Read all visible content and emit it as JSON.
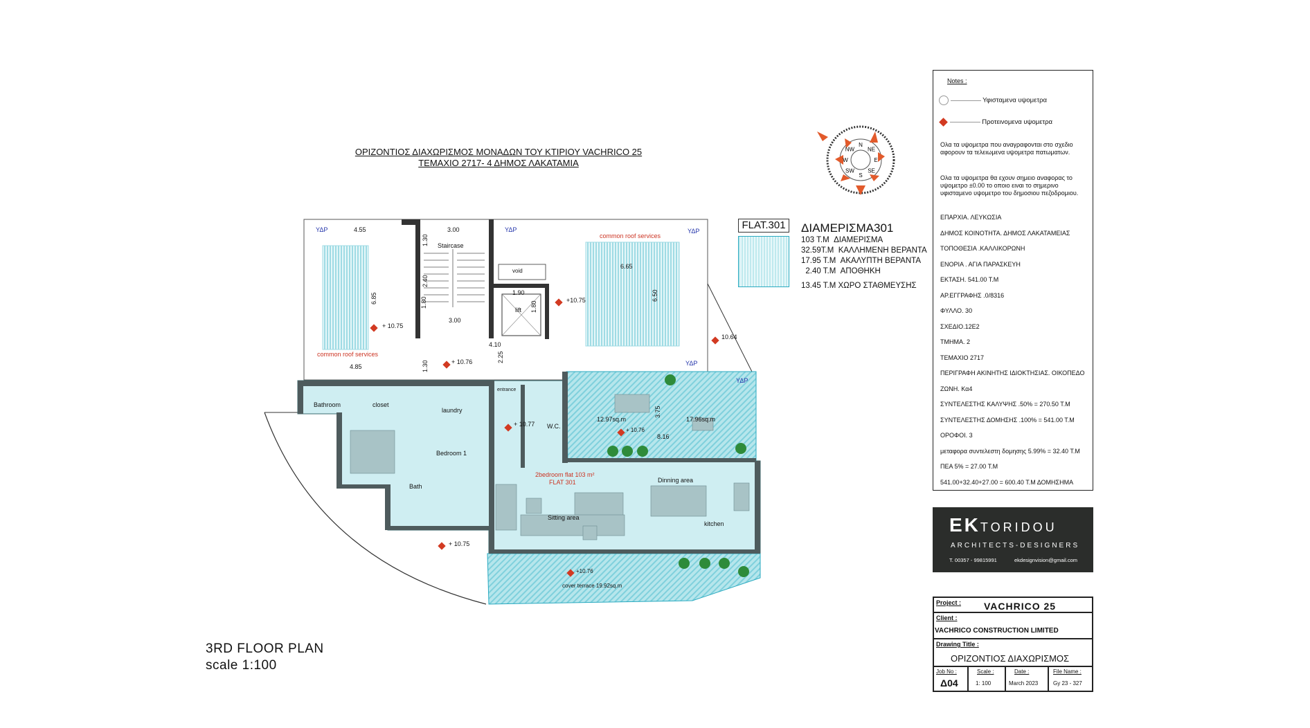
{
  "header": {
    "line1": "ΟΡΙΖΟΝΤΙΟΣ ΔΙΑΧΩΡΙΣΜΟΣ ΜΟΝΑΔΩΝ ΤΟΥ ΚΤΙΡΙΟΥ VACHRICO 25",
    "line2": "ΤΕΜΑΧΙΟ   2717- 4    ΔΗΜΟΣ    ΛΑΚΑΤΑΜΙΑ"
  },
  "compass": {
    "labels": [
      "N",
      "NE",
      "E",
      "SE",
      "S",
      "SW",
      "W",
      "NW"
    ]
  },
  "flat": {
    "label": "FLAT.301",
    "name": "ΔΙΑΜΕΡΙΣΜΑ301",
    "areas": [
      "103 T.M  ΔΙΑΜΕΡΙΣΜΑ",
      "32.59T.M  ΚΑΛΛΗΜΕΝΗ ΒΕΡΑΝΤΑ",
      "17.95 T.M  ΑΚΑΛΥΠΤΗ ΒΕΡΑΝΤΑ",
      "  2.40 T.M  ΑΠΟΘΗΚΗ",
      "",
      "13.45 T.M ΧΩΡΟ ΣΤΑΘΜΕΥΣΗΣ"
    ]
  },
  "notes": {
    "heading": "Notes :",
    "legend_existing": "Υφισταμενα υψομετρα",
    "legend_proposed": "Προτεινομενα υψομετρα",
    "para1": "Ολα τα υψομετρα που αναγραφονται στο σχεδιο αφορουν τα τελειωμενα υψομετρα πατωματων.",
    "para2": "Ολα τα υψομετρα θα εχουν σημειο αναφορας το υψομετρο ±0.00 το οποιο ειναι το σημερινο υφισταμενο υψομετρο του δημοσιου πεζοδρομιου.",
    "items": [
      "ΕΠΑΡΧΙΑ. ΛΕΥΚΩΣΙΑ",
      "ΔΗΜΟΣ ΚΟΙΝΟΤΗΤΑ. ΔΗΜΟΣ ΛΑΚΑΤΑΜΕΙΑΣ",
      "ΤΟΠΟΘΕΣΙΑ .ΚΑΛΛΙΚΟΡΩΝΗ",
      "ΕΝΟΡΙΑ . ΑΓΙΑ ΠΑΡΑΣΚΕΥΗ",
      "ΕΚΤΑΣΗ. 541.00 Τ.Μ",
      "ΑΡ.ΕΓΓΡΑΦΗΣ .0/8316",
      "ΦΥΛΛΟ. 30",
      "ΣΧΕΔΙΟ.12Ε2",
      "ΤΜΗΜΑ. 2",
      "ΤΕΜΑΧΙΟ 2717",
      "ΠΕΡΙΓΡΑΦΗ ΑΚΙΝΗΤΗΣ ΙΔΙΟΚΤΗΣΙΑΣ. ΟΙΚΟΠΕΔΟ",
      "ΖΩΝΗ. Κα4",
      "ΣΥΝΤΕΛΕΣΤΗΣ ΚΑΛΥΨΗΣ .50% = 270.50 Τ.Μ",
      "ΣΥΝΤΕΛΕΣΤΗΣ ΔΟΜΗΣΗΣ .100% = 541.00 Τ.Μ",
      "ΟΡΟΦΟΙ. 3",
      "μεταφορα συντελεστη δομησης 5.99% = 32.40 Τ.Μ",
      "ΠΕΑ 5% =  27.00 Τ.Μ",
      "541.00+32.40+27.00 = 600.40 Τ.Μ ΔΟΜΗΣΗΜΑ"
    ]
  },
  "logo": {
    "ek": "EK",
    "toridou": "TORIDOU",
    "subtitle": "ARCHITECTS-DESIGNERS",
    "phone": "T. 00357 - 99815991",
    "email": "ekdesignvision@gmail.com"
  },
  "title_block": {
    "project_label": "Project :",
    "project_value": "VACHRICO  25",
    "client_label": "Client :",
    "client_value": "VACHRICO CONSTRUCTION LIMITED",
    "drawing_title_label": "Drawing Title :",
    "drawing_title_value": "ΟΡΙΖΟΝΤΙΟΣ ΔΙΑΧΩΡΙΣΜΟΣ",
    "job_label": "Job No :",
    "job_value": "Δ04",
    "scale_label": "Scale :",
    "scale_value": "1: 100",
    "date_label": "Date :",
    "date_value": "March 2023",
    "file_label": "File Name :",
    "file_value": "Gy 23 - 327"
  },
  "floor_title": {
    "line1": "3RD FLOOR PLAN",
    "line2": "scale 1:100"
  },
  "plan_labels": {
    "ydp": "ΥΔΡ",
    "d455": "4.55",
    "d300a": "3.00",
    "d130a": "1.30",
    "staircase": "Staircase",
    "d240": "2.40",
    "d300b": "3.00",
    "d180a": "1.80",
    "d410": "4.10",
    "d190": "1.90",
    "lift": "lift",
    "d180b": "1.80",
    "void": "void",
    "d685": "6.85",
    "d485": "4.85",
    "common_roof": "common roof services",
    "d665": "6.65",
    "d650": "6.50",
    "lev1075": "+10.75",
    "lev1076": "+ 10.76",
    "lev1077": "+ 10.77",
    "lev1064": "10.64",
    "lev1075b": "+ 10.75",
    "lev1076b": "+10.76",
    "lev1075c": "+ 10.75",
    "lev1076c": "+ 10.76",
    "d225": "2.25",
    "d130b": "1.30",
    "bathroom": "Bathroom",
    "closet": "closet",
    "laundry": "laundry",
    "entrance": "entrance",
    "wc": "W.C.",
    "bedroom": "Bedroom  1",
    "bath": "Bath",
    "flat_desc": "2bedroom flat 103 m²",
    "flat_no": "FLAT  301",
    "dinning": "Dinning area",
    "sitting": "Sitting area",
    "kitchen": "kitchen",
    "terr1": "12.97sq.m",
    "terr2": "17.96sq.m",
    "d375": "3.75",
    "d816": "8.16",
    "cover": "cover terrace 19.92sq.m"
  }
}
